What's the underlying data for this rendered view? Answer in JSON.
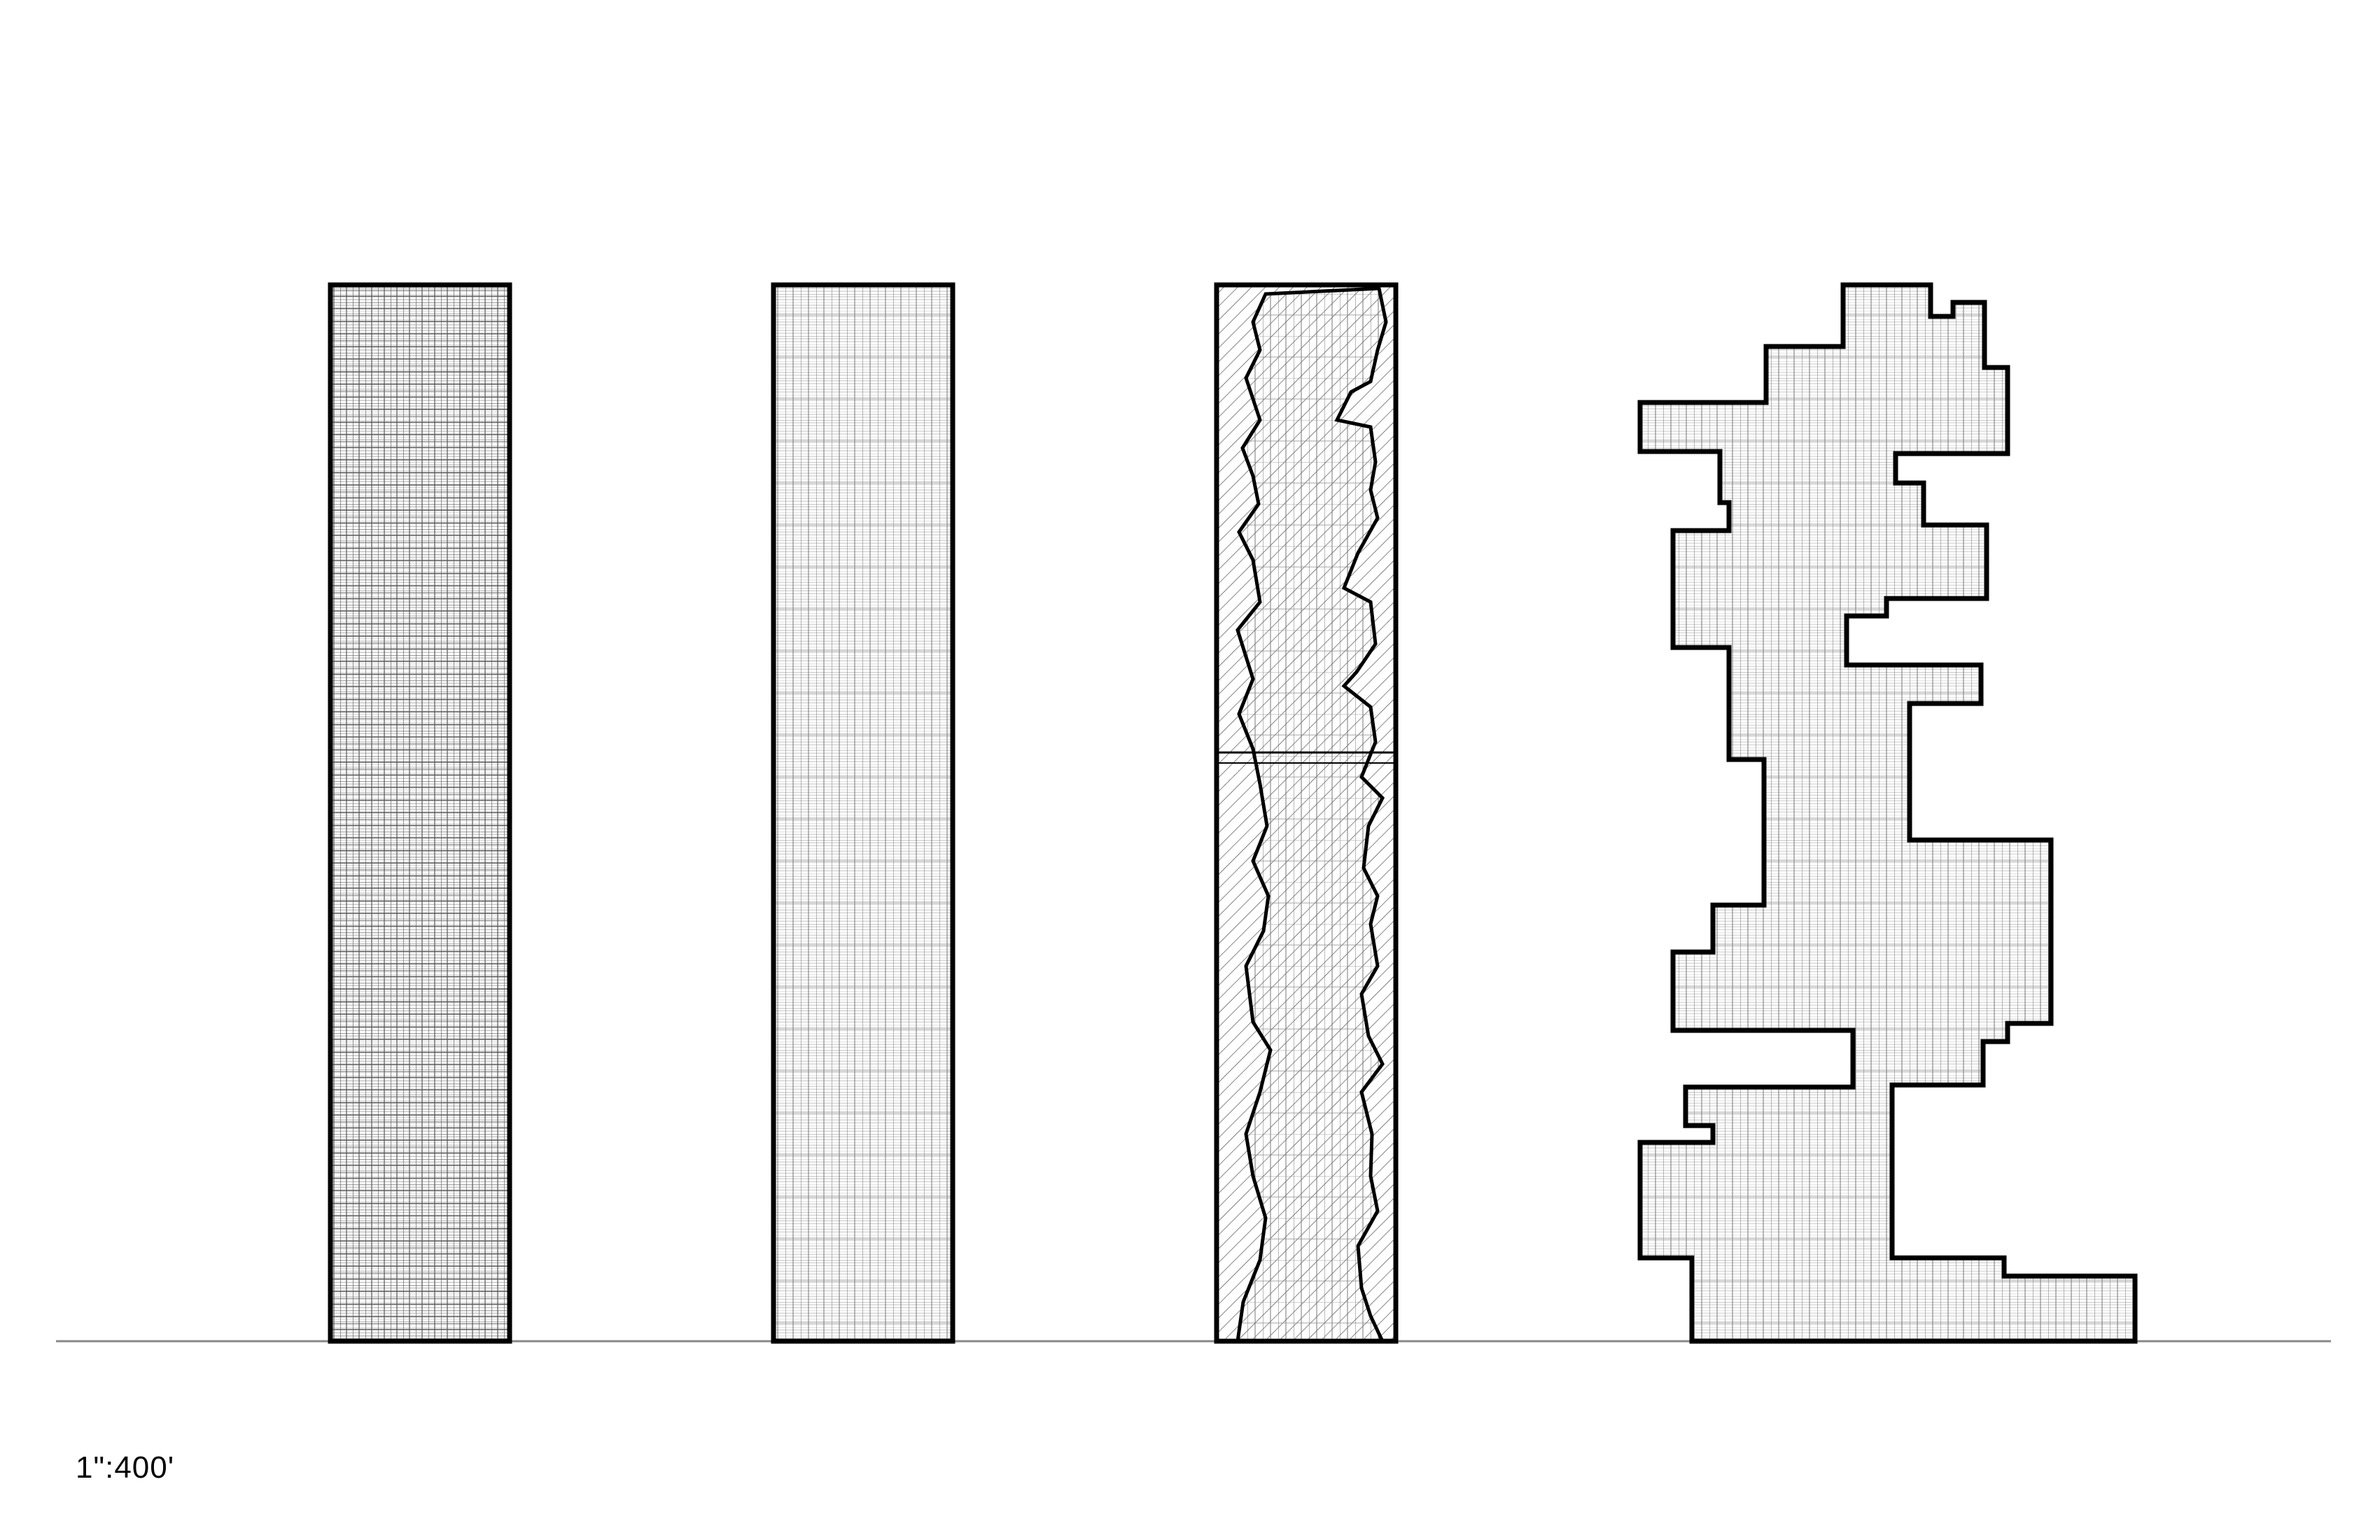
{
  "scale_label": "1\":400'",
  "colors": {
    "ink": "#000000",
    "grid_line": "#555555",
    "ground_line": "#888888",
    "background": "#ffffff"
  },
  "towers": [
    {
      "name": "tower-1-plain-grid",
      "style": "uniform-grid"
    },
    {
      "name": "tower-2-shaded-grid",
      "style": "shaded-grid"
    },
    {
      "name": "tower-3-carved-core",
      "style": "hatched-core"
    },
    {
      "name": "tower-4-stepped-massing",
      "style": "stepped-outline"
    }
  ]
}
